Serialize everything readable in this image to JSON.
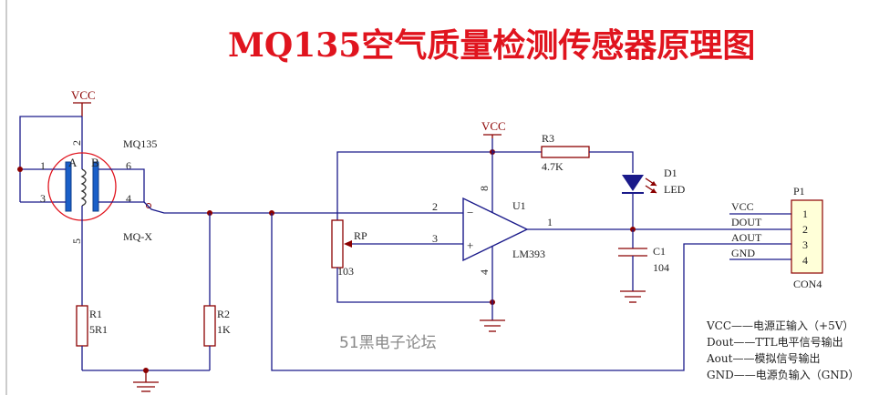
{
  "title": "MQ135空气质量检测传感器原理图",
  "watermark": "51黑电子论坛",
  "sensor": {
    "name": "MQ135",
    "ref": "MQ-X",
    "pin_a": "A",
    "pin_b": "B",
    "pins": [
      "1",
      "2",
      "3",
      "4",
      "5",
      "6"
    ]
  },
  "power": {
    "vcc_left": "VCC",
    "vcc_op": "VCC"
  },
  "r1": {
    "ref": "R1",
    "value": "5R1"
  },
  "r2": {
    "ref": "R2",
    "value": "1K"
  },
  "r3": {
    "ref": "R3",
    "value": "4.7K"
  },
  "rp": {
    "ref": "RP",
    "value": "103"
  },
  "u1": {
    "ref": "U1",
    "part": "LM393",
    "pin_inv": "2",
    "pin_noninv": "3",
    "pin_out": "1",
    "pin_vcc": "8",
    "pin_gnd": "4",
    "sym_minus": "−",
    "sym_plus": "+"
  },
  "d1": {
    "ref": "D1",
    "part": "LED"
  },
  "c1": {
    "ref": "C1",
    "value": "104"
  },
  "p1": {
    "ref": "P1",
    "part": "CON4",
    "pins": [
      "1",
      "2",
      "3",
      "4"
    ]
  },
  "nets": {
    "vcc": "VCC",
    "dout": "DOUT",
    "aout": "AOUT",
    "gnd": "GND"
  },
  "legend": [
    "VCC——电源正输入（+5V）",
    "Dout——TTL电平信号输出",
    "Aout——模拟信号输出",
    "GND——电源负输入（GND）"
  ]
}
